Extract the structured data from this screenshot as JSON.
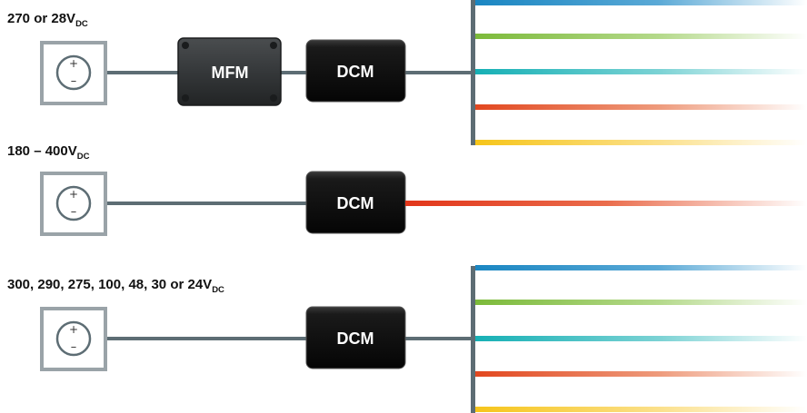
{
  "rows": [
    {
      "voltage": {
        "main": "270 or 28V",
        "sub": "DC"
      },
      "source": {
        "plus": "+",
        "minus": "–"
      },
      "converters": [
        "MFM",
        "DCM"
      ],
      "outputs": [
        "blue",
        "green",
        "teal",
        "orange-red",
        "yellow"
      ]
    },
    {
      "voltage": {
        "main": "180 – 400V",
        "sub": "DC"
      },
      "source": {
        "plus": "+",
        "minus": "–"
      },
      "converters": [
        "DCM"
      ],
      "outputs": [
        "red"
      ]
    },
    {
      "voltage": {
        "main": "300, 290, 275, 100, 48, 30 or 24V",
        "sub": "DC"
      },
      "source": {
        "plus": "+",
        "minus": "–"
      },
      "converters": [
        "DCM"
      ],
      "outputs": [
        "blue",
        "green",
        "teal",
        "orange-red",
        "yellow"
      ]
    }
  ],
  "colors": {
    "blue": "#1a86c2",
    "green": "#7cba3a",
    "teal": "#16b0b5",
    "orange-red": "#e2471f",
    "red": "#e2361a",
    "yellow": "#f6c51a",
    "wire": "#5d6d74",
    "source_frame": "#9aa3a8",
    "module": "#111111"
  }
}
